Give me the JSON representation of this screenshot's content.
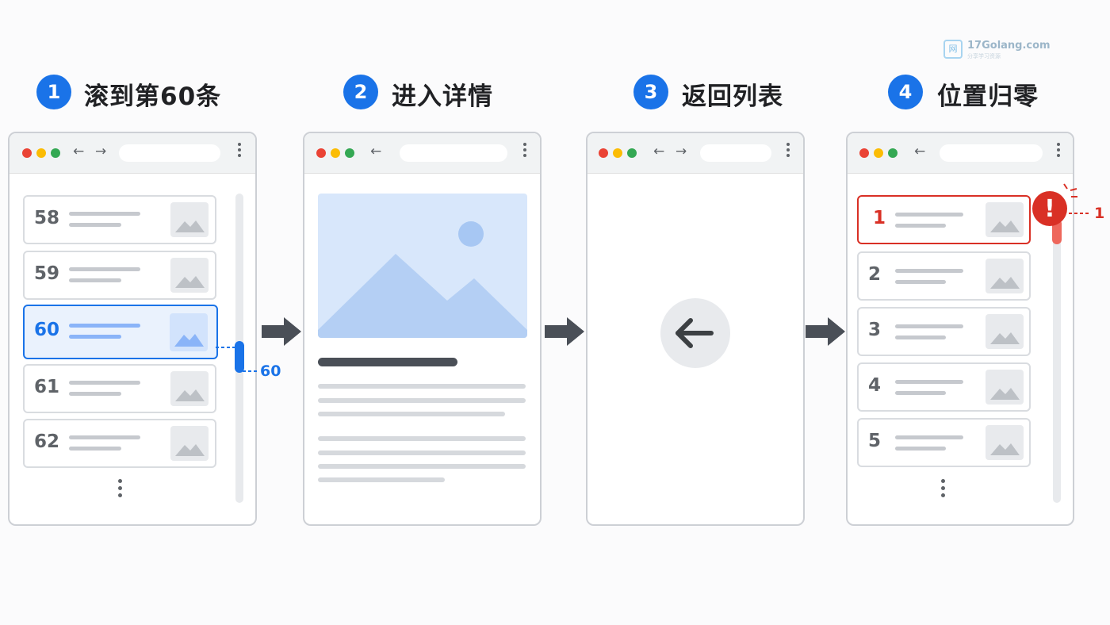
{
  "watermark": {
    "brand": "17Golang.com",
    "sub": "分享学习资源",
    "logo": "网"
  },
  "steps": [
    {
      "num": "1",
      "title": "滚到第60条"
    },
    {
      "num": "2",
      "title": "进入详情"
    },
    {
      "num": "3",
      "title": "返回列表"
    },
    {
      "num": "4",
      "title": "位置归零"
    }
  ],
  "panel1": {
    "items": [
      "58",
      "59",
      "60",
      "61",
      "62"
    ],
    "selected_item": "60",
    "scroll_label": "60",
    "scroll_position_item": 60
  },
  "panel4": {
    "items": [
      "1",
      "2",
      "3",
      "4",
      "5"
    ],
    "error_item": "1",
    "scroll_label": "1",
    "scroll_position_item": 1,
    "alert_icon": "!"
  },
  "colors": {
    "accent": "#1a73e8",
    "error": "#d93025",
    "arrow": "#4a4f57"
  },
  "icons": [
    "back-arrow-icon",
    "forward-arrow-icon",
    "image-placeholder-icon",
    "alert-icon",
    "flow-arrow-icon",
    "more-vertical-icon"
  ]
}
